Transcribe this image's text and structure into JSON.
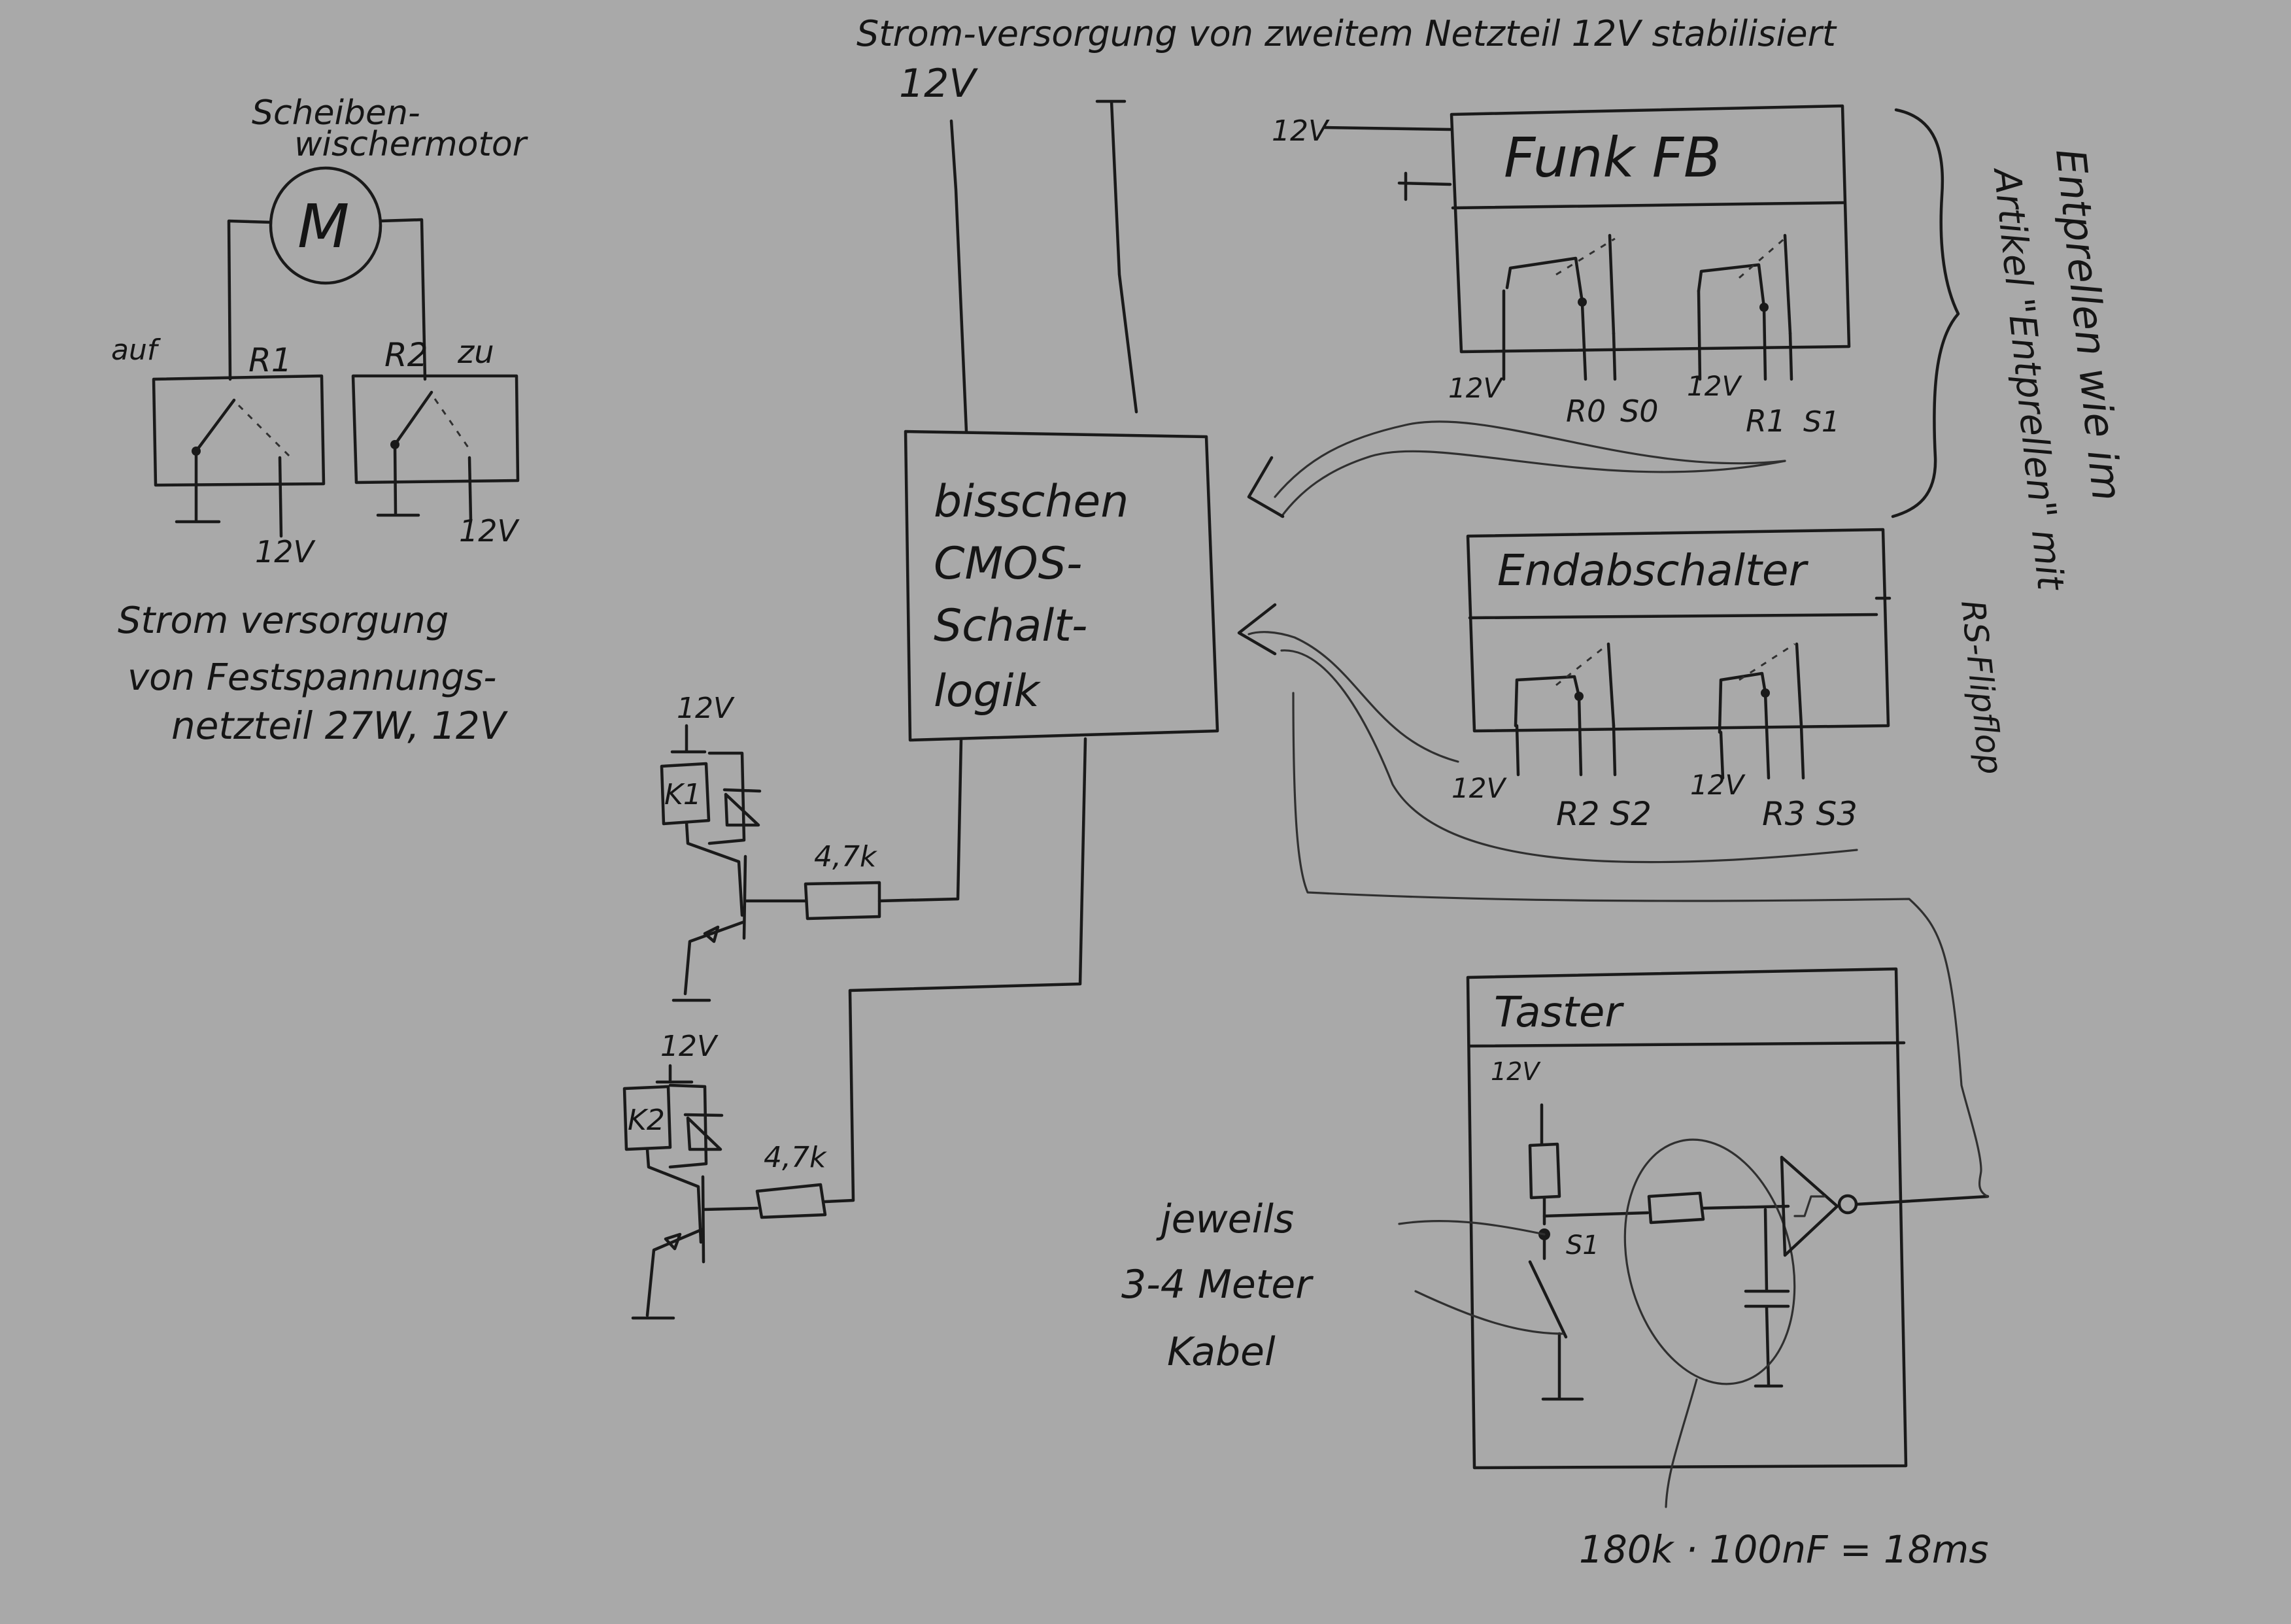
{
  "texts": {
    "power_second_psu": "Strom-versorgung von zweitem Netzteil 12V stabilisiert",
    "psu_12v": "12V",
    "motor_title_1": "Scheiben-",
    "motor_title_2": "wischermotor",
    "motor_symbol": "M",
    "label_auf": "auf",
    "label_r1": "R1",
    "label_r2": "R2",
    "label_zu": "zu",
    "label_12v_r1": "12V",
    "label_12v_r2": "12V",
    "power_fixed_1": "Strom versorgung",
    "power_fixed_2": "von Festspannungs-",
    "power_fixed_3": "netzteil 27W, 12V",
    "cmos_1": "bisschen",
    "cmos_2": "CMOS-",
    "cmos_3": "Schalt-",
    "cmos_4": "logik",
    "funk_title": "Funk FB",
    "funk_12v_in": "12V",
    "funk_12v_a": "12V",
    "funk_r0": "R0",
    "funk_s0": "S0",
    "funk_12v_b": "12V",
    "funk_r1": "R1",
    "funk_s1": "S1",
    "end_title": "Endabschalter",
    "end_12v_a": "12V",
    "end_r2s2": "R2 S2",
    "end_12v_b": "12V",
    "end_r3s3": "R3 S3",
    "debounce_1": "Entprellen wie im",
    "debounce_2": "Artikel \"Entprellen\" mit",
    "debounce_3": "RS-Flipflop",
    "relay_12v_top": "12V",
    "relay_k1": "K1",
    "res_1": "4,7k",
    "relay_12v_bottom": "12V",
    "relay_k2": "K2",
    "res_2": "4,7k",
    "taster_title": "Taster",
    "taster_12v": "12V",
    "taster_s1": "S1",
    "cable_1": "jeweils",
    "cable_2": "3-4 Meter",
    "cable_3": "Kabel",
    "rc_formula": "180k · 100nF = 18ms"
  }
}
